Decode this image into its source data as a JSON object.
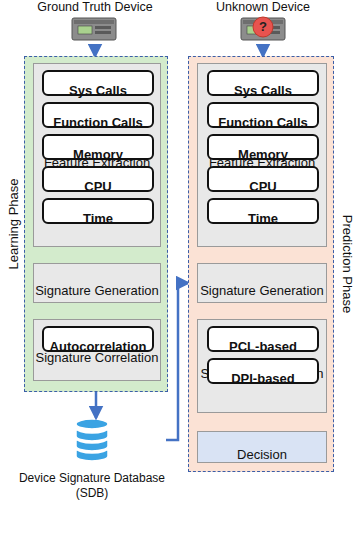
{
  "diagram": {
    "nodes": [
      {
        "text": [
          "Ground Truth Device"
        ]
      },
      {
        "text": [
          "Learning Phase"
        ]
      },
      {
        "text": [
          "Feature Extraction"
        ],
        "in": 1
      },
      {
        "text": [
          "Sys Calls"
        ],
        "in": 2
      },
      {
        "text": [
          "Function Calls"
        ],
        "in": 2
      },
      {
        "text": [
          "Memory"
        ],
        "in": 2
      },
      {
        "text": [
          "CPU"
        ],
        "in": 2
      },
      {
        "text": [
          "Time"
        ],
        "in": 2
      },
      {
        "text": [
          "Signature Generation"
        ],
        "in": 1
      },
      {
        "text": [
          "Signature Correlation"
        ],
        "in": 1
      },
      {
        "text": [
          "Autocorrelation"
        ],
        "in": 9
      },
      {
        "text": [
          "Device Signature Database (SDB)"
        ]
      },
      {
        "text": [
          "Unknown Device"
        ]
      },
      {
        "text": [
          "Prediction Phase"
        ]
      },
      {
        "text": [
          "Feature Extraction"
        ],
        "in": 13
      },
      {
        "text": [
          "Sys Calls"
        ],
        "in": 14
      },
      {
        "text": [
          "Function Calls"
        ],
        "in": 14
      },
      {
        "text": [
          "Memory"
        ],
        "in": 14
      },
      {
        "text": [
          "CPU"
        ],
        "in": 14
      },
      {
        "text": [
          "Time"
        ],
        "in": 14
      },
      {
        "text": [
          "Signature Generation"
        ],
        "in": 13
      },
      {
        "text": [
          "Signature Correlation"
        ],
        "in": 13
      },
      {
        "text": [
          "PCL-based"
        ],
        "in": 21
      },
      {
        "text": [
          "DPI-based"
        ],
        "in": 21
      },
      {
        "text": [
          "Decision"
        ],
        "in": 13
      }
    ],
    "edges": [
      {
        "from": 0,
        "to": 1,
        "arrow": "to"
      },
      {
        "from": 2,
        "to": 8,
        "arrow": "to"
      },
      {
        "from": 8,
        "to": 9,
        "arrow": "to"
      },
      {
        "from": 1,
        "to": 11,
        "arrow": "to"
      },
      {
        "from": 11,
        "to": 13,
        "arrow": "to"
      },
      {
        "from": 12,
        "to": 13,
        "arrow": "to"
      },
      {
        "from": 14,
        "to": 20,
        "arrow": "to"
      },
      {
        "from": 20,
        "to": 21,
        "arrow": "to"
      },
      {
        "from": 21,
        "to": 24,
        "arrow": "to"
      }
    ],
    "labels": [
      "?"
    ]
  }
}
